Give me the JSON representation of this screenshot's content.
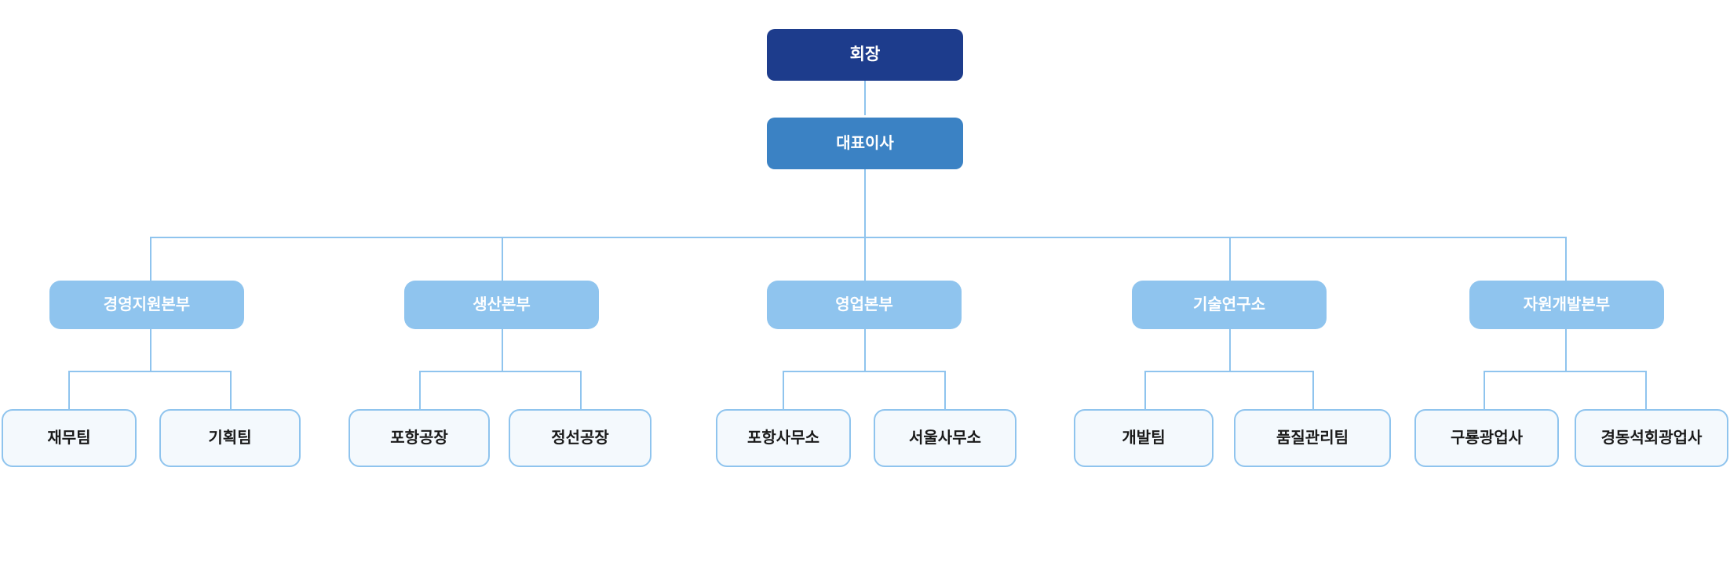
{
  "chart": {
    "type": "org-chart",
    "title": "",
    "orientation": "top-down",
    "levels": 4,
    "colors": {
      "root": "#1d3c8c",
      "ceo": "#3b82c4",
      "division": "#8fc4ee",
      "leaf_fill": "#f4f9fd",
      "leaf_border": "#8fc4ee",
      "connector": "#8fc4ee",
      "background": "#ffffff",
      "text_light": "#ffffff",
      "text_dark": "#1a1a1a"
    }
  },
  "root": {
    "label": "회장"
  },
  "ceo": {
    "label": "대표이사"
  },
  "divisions": [
    {
      "label": "경영지원본부",
      "children": [
        {
          "label": "재무팀"
        },
        {
          "label": "기획팀"
        }
      ]
    },
    {
      "label": "생산본부",
      "children": [
        {
          "label": "포항공장"
        },
        {
          "label": "정선공장"
        }
      ]
    },
    {
      "label": "영업본부",
      "children": [
        {
          "label": "포항사무소"
        },
        {
          "label": "서울사무소"
        }
      ]
    },
    {
      "label": "기술연구소",
      "children": [
        {
          "label": "개발팀"
        },
        {
          "label": "품질관리팀"
        }
      ]
    },
    {
      "label": "자원개발본부",
      "children": [
        {
          "label": "구룡광업사"
        },
        {
          "label": "경동석회광업사"
        }
      ]
    }
  ]
}
